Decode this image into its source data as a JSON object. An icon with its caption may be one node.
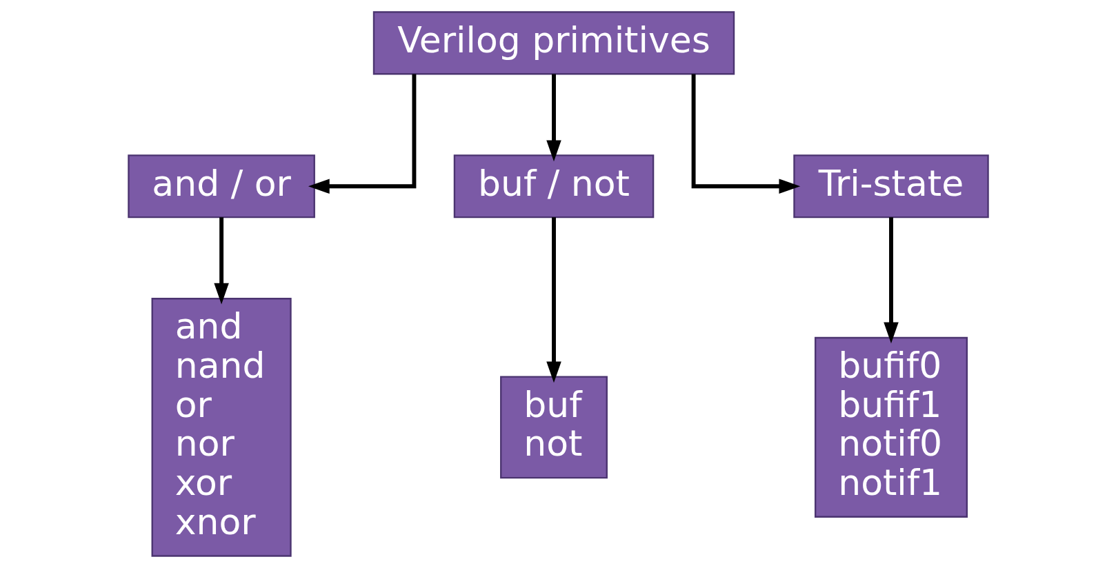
{
  "diagram": {
    "nodes": [
      {
        "text": [
          "Verilog primitives"
        ]
      },
      {
        "text": [
          "and / or"
        ]
      },
      {
        "text": [
          "buf / not"
        ]
      },
      {
        "text": [
          "Tri-state"
        ]
      },
      {
        "text": [
          "and",
          "nand",
          "or",
          "nor",
          "xor",
          "xnor"
        ]
      },
      {
        "text": [
          "buf",
          "not"
        ]
      },
      {
        "text": [
          "bufif0",
          "bufif1",
          "notif0",
          "notif1"
        ]
      }
    ],
    "edges": [
      {
        "from": 0,
        "to": 1,
        "arrow": "to"
      },
      {
        "from": 0,
        "to": 2,
        "arrow": "to"
      },
      {
        "from": 0,
        "to": 3,
        "arrow": "to"
      },
      {
        "from": 1,
        "to": 4,
        "arrow": "to"
      },
      {
        "from": 2,
        "to": 5,
        "arrow": "to"
      },
      {
        "from": 3,
        "to": 6,
        "arrow": "to"
      }
    ]
  }
}
